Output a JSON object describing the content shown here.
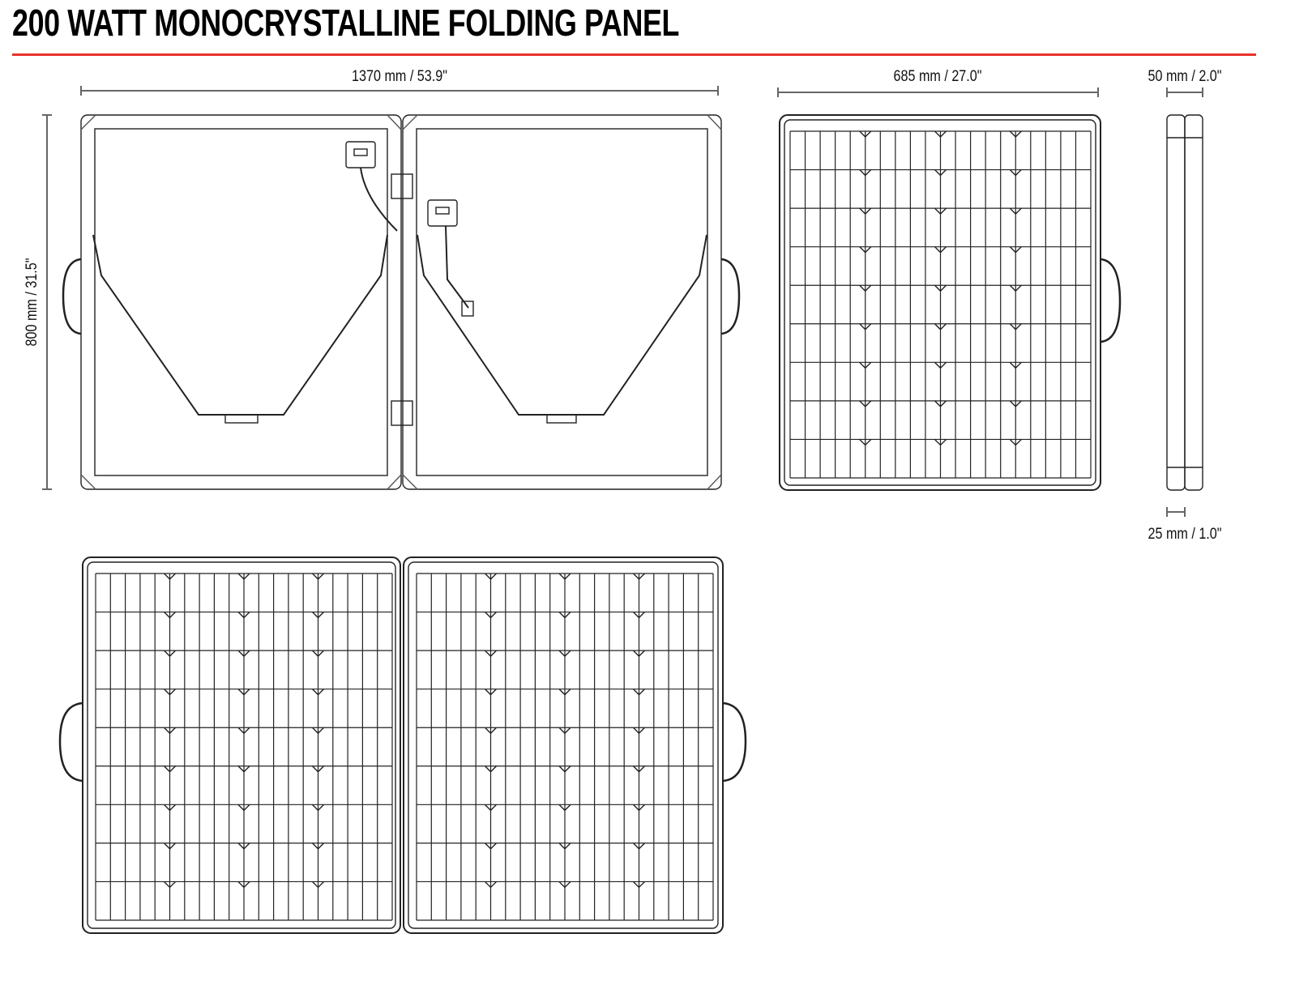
{
  "title": "200 WATT MONOCRYSTALLINE FOLDING PANEL",
  "colors": {
    "accent_rule": "#e8322a",
    "line": "#222222"
  },
  "dimensions": {
    "open_width": "1370 mm / 53.9\"",
    "height": "800 mm / 31.5\"",
    "folded_width": "685 mm / 27.0\"",
    "folded_thickness": "50 mm / 2.0\"",
    "single_thickness": "25 mm / 1.0\""
  },
  "views": {
    "open_back": {
      "panels": 2
    },
    "folded_front": {
      "panels": 1,
      "cell_rows": 9,
      "cell_groups": 4,
      "strips_per_group": 5
    },
    "side": {
      "panels": 2
    },
    "open_front": {
      "panels": 2,
      "cell_rows": 9,
      "cell_groups": 4,
      "strips_per_group": 5
    }
  }
}
